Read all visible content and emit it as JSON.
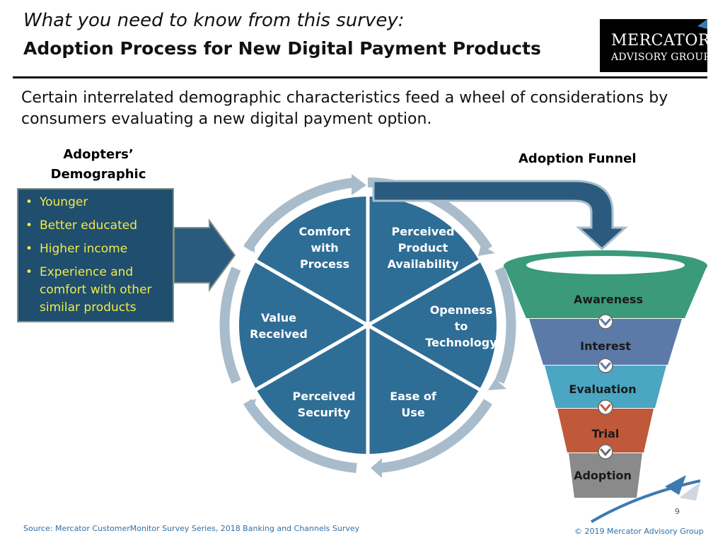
{
  "header": {
    "title_line1": "What you need to know from this survey:",
    "title_line2": "Adoption Process for New Digital Payment Products",
    "logo_line1": "MERCATOR",
    "logo_line2": "ADVISORY GROUP"
  },
  "intro": "Certain interrelated demographic characteristics feed a wheel of considerations by consumers evaluating a new digital payment option.",
  "demographics": {
    "title": "Adopters’ Demographic Characteristics",
    "items": [
      "Younger",
      "Better educated",
      "Higher income",
      "Experience and comfort with other similar products"
    ]
  },
  "wheel": {
    "segments": [
      {
        "label": "Comfort with Process",
        "lines": [
          "Comfort",
          "with",
          "Process"
        ]
      },
      {
        "label": "Perceived Product Availability",
        "lines": [
          "Perceived",
          "Product",
          "Availability"
        ]
      },
      {
        "label": "Openness to Technology",
        "lines": [
          "Openness",
          "to",
          "Technology"
        ]
      },
      {
        "label": "Ease of Use",
        "lines": [
          "Ease of",
          "Use"
        ]
      },
      {
        "label": "Perceived Security",
        "lines": [
          "Perceived",
          "Security"
        ]
      },
      {
        "label": "Value Received",
        "lines": [
          "Value",
          "Received"
        ]
      }
    ]
  },
  "funnel": {
    "title": "Adoption Funnel",
    "stages": [
      {
        "label": "Awareness",
        "color": "#3a9a7a"
      },
      {
        "label": "Interest",
        "color": "#5c7aa8"
      },
      {
        "label": "Evaluation",
        "color": "#4aa6c2"
      },
      {
        "label": "Trial",
        "color": "#c0583a"
      },
      {
        "label": "Adoption",
        "color": "#8a8a8a"
      }
    ]
  },
  "colors": {
    "wheel_fill": "#2e6e96",
    "wheel_ring": "#a9bccb",
    "arrow_fill": "#2a5b7e",
    "bullet_box": "#1f4e6e",
    "bullet_text": "#f2ea4a"
  },
  "footer": {
    "source": "Source: Mercator CustomerMonitor Survey Series, 2018 Banking and Channels Survey",
    "copyright": "© 2019 Mercator Advisory Group",
    "page_number": "9"
  }
}
